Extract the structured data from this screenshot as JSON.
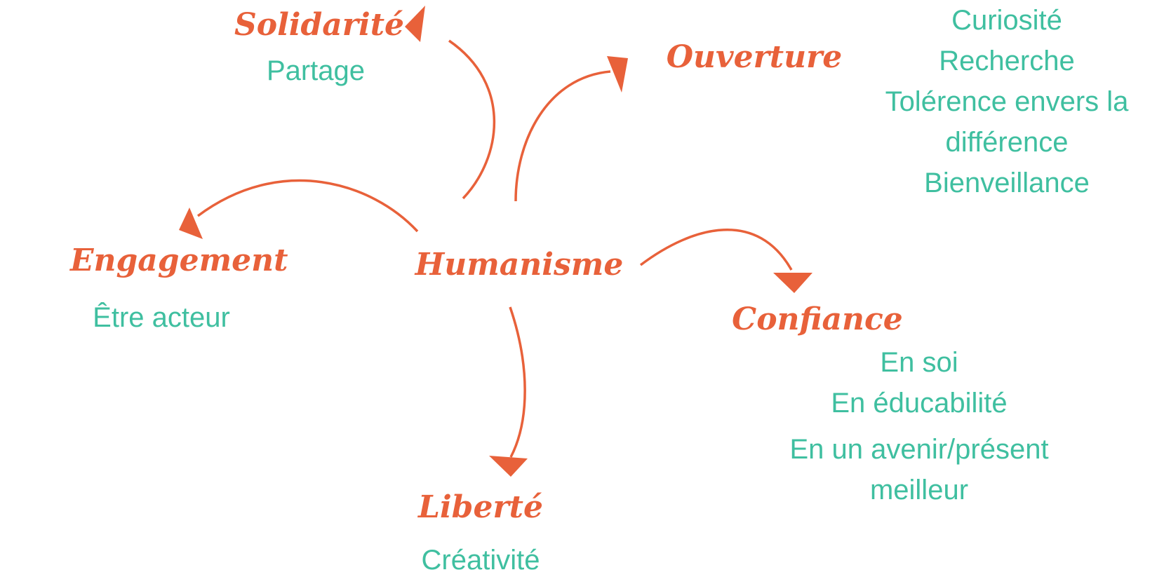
{
  "colors": {
    "accent": "#e8613a",
    "text_secondary": "#3fbfa0",
    "background": "#ffffff"
  },
  "center": {
    "title": "Humanisme"
  },
  "nodes": {
    "solidarite": {
      "title": "Solidarité",
      "items": [
        "Partage"
      ]
    },
    "ouverture": {
      "title": "Ouverture",
      "items": [
        "Curiosité",
        "Recherche",
        "Tolérence envers la",
        "différence",
        "Bienveillance"
      ]
    },
    "engagement": {
      "title": "Engagement",
      "items": [
        "Être acteur"
      ]
    },
    "confiance": {
      "title": "Confiance",
      "items": [
        "En soi",
        "En éducabilité",
        "En un avenir/présent",
        "meilleur"
      ]
    },
    "liberte": {
      "title": "Liberté",
      "items": [
        "Créativité"
      ]
    }
  }
}
